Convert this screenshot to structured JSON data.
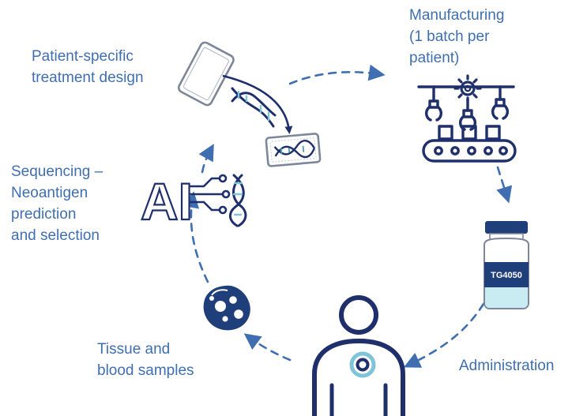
{
  "labels": {
    "design": [
      "Patient-specific",
      "treatment design"
    ],
    "manufacturing": [
      "Manufacturing",
      "(1 batch per",
      "patient)"
    ],
    "sequencing": [
      "Sequencing –",
      "Neoantigen",
      "prediction",
      "and selection"
    ],
    "administration": [
      "Administration"
    ],
    "tissue": [
      "Tissue and",
      "blood samples"
    ]
  },
  "vial_label": "TG4050",
  "ai_label": "AI",
  "colors": {
    "navy": "#1e2f6b",
    "blue": "#3f6fb0",
    "light_blue": "#7fc4d8",
    "teal": "#4f9fb7",
    "vial_liquid": "#c8ecf1",
    "vial_label_bg": "#1e3f7a"
  },
  "icons": [
    "tablet-icon",
    "dna-icon",
    "card-dna-icon",
    "robotic-arms-icon",
    "gear-icon",
    "conveyor-belt-icon",
    "vial-icon",
    "patient-icon",
    "cell-icon",
    "ai-icon"
  ]
}
